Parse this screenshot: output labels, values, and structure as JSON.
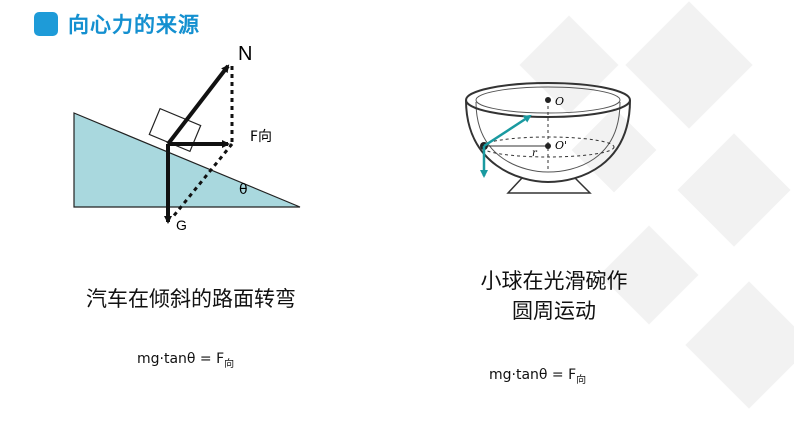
{
  "title": "向心力的来源",
  "left": {
    "caption": "汽车在倾斜的路面转弯",
    "labels": {
      "n": "N",
      "f": "F向",
      "g": "G",
      "theta": "θ"
    },
    "formula": {
      "main": "mg·tanθ = F",
      "sub": "向"
    }
  },
  "right": {
    "caption_line1": "小球在光滑碗作",
    "caption_line2": "圆周运动",
    "labels": {
      "o": "O",
      "o_prime": "O'",
      "r": "r"
    },
    "formula": {
      "main": "mg·tanθ = F",
      "sub": "向"
    }
  },
  "colors": {
    "accent": "#1e9bd8",
    "slope_fill": "#a9d8de",
    "teal_arrow": "#1a9aa0"
  }
}
